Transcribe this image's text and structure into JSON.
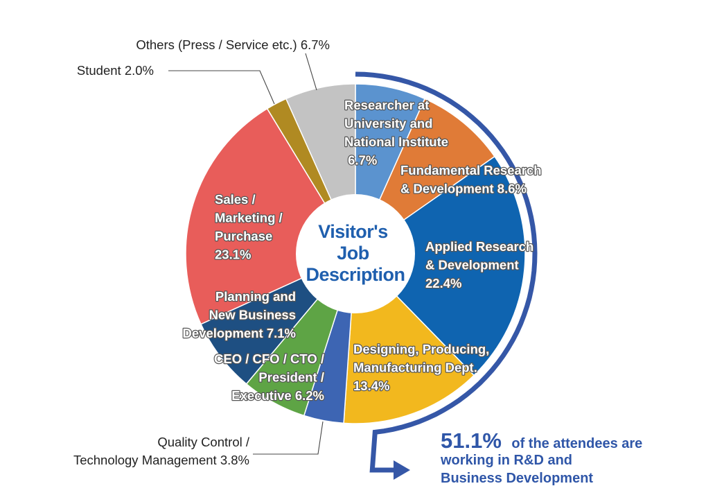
{
  "chart_data": {
    "type": "pie",
    "title": "Visitor's Job Description",
    "slices": [
      {
        "lines": [
          "Researcher at",
          "University and",
          "National Institute",
          " 6.7%"
        ],
        "value": 6.7,
        "color": "#5b93cf",
        "placement": "inside"
      },
      {
        "lines": [
          "Fundamental Research",
          "& Development  8.6%"
        ],
        "value": 8.6,
        "color": "#e07b37",
        "placement": "inside"
      },
      {
        "lines": [
          "Applied Research",
          "& Development",
          "22.4%"
        ],
        "value": 22.4,
        "color": "#0f64b0",
        "placement": "inside"
      },
      {
        "lines": [
          "Designing, Producing,",
          "Manufacturing Dept.",
          "13.4%"
        ],
        "value": 13.4,
        "color": "#f2b81e",
        "placement": "inside"
      },
      {
        "lines": [
          "Quality Control /",
          "Technology Management  3.8%"
        ],
        "value": 3.8,
        "color": "#3d65b3",
        "placement": "outside"
      },
      {
        "lines": [
          "CEO / CFO / CTO /",
          "President /",
          "Executive  6.2%"
        ],
        "value": 6.2,
        "color": "#5ea445",
        "placement": "inside"
      },
      {
        "lines": [
          "Planning and",
          "New Business",
          "Development  7.1%"
        ],
        "value": 7.1,
        "color": "#1e4f82",
        "placement": "inside"
      },
      {
        "lines": [
          "Sales /",
          "Marketing /",
          "Purchase",
          "23.1%"
        ],
        "value": 23.1,
        "color": "#e85d5a",
        "placement": "inside"
      },
      {
        "lines": [
          "Student  2.0%"
        ],
        "value": 2.0,
        "color": "#b08a22",
        "placement": "outside"
      },
      {
        "lines": [
          "Others (Press / Service etc.)  6.7%"
        ],
        "value": 6.7,
        "color": "#c3c3c3",
        "placement": "outside"
      }
    ],
    "callout": {
      "value": "51.1%",
      "lines": [
        "of the attendees are",
        "working in R&D and",
        "Business Development"
      ],
      "color": "#2f56a8"
    }
  }
}
